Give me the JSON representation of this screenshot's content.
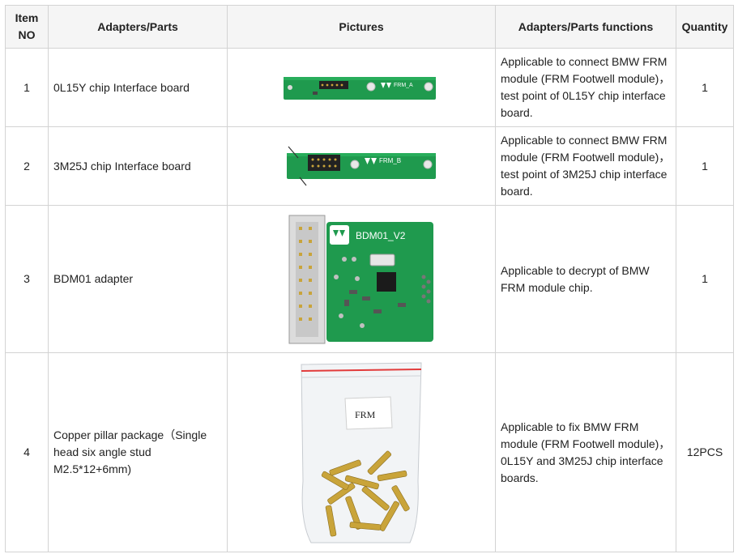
{
  "headers": {
    "item_no": "Item NO",
    "parts": "Adapters/Parts",
    "pictures": "Pictures",
    "functions": "Adapters/Parts functions",
    "quantity": "Quantity"
  },
  "rows": [
    {
      "no": "1",
      "name": "0L15Y chip Interface board",
      "picture_icon": "frm-a-board-photo",
      "board_label": "FRM_A",
      "function": "Applicable to connect BMW FRM module (FRM Footwell module)，test point of 0L15Y chip interface board.",
      "quantity": "1"
    },
    {
      "no": "2",
      "name": "3M25J chip Interface board",
      "picture_icon": "frm-b-board-photo",
      "board_label": "FRM_B",
      "function": "Applicable to connect BMW FRM module (FRM Footwell module)，test point of 3M25J chip interface board.",
      "quantity": "1"
    },
    {
      "no": "3",
      "name": "BDM01 adapter",
      "picture_icon": "bdm01-adapter-photo",
      "board_label": "BDM01_V2",
      "function": "Applicable to decrypt of BMW FRM module chip.",
      "quantity": "1"
    },
    {
      "no": "4",
      "name": "Copper pillar package（Single head six angle stud M2.5*12+6mm)",
      "picture_icon": "copper-pillar-bag-photo",
      "board_label": "FRM",
      "function": "Applicable to fix BMW FRM module (FRM Footwell module)，0L15Y and 3M25J chip interface boards.",
      "quantity": "12PCS"
    }
  ],
  "colors": {
    "pcb_green": "#1f9a4e",
    "header_bg": "#f5f5f5",
    "border": "#d3d3d3",
    "brass": "#c9a43a"
  }
}
